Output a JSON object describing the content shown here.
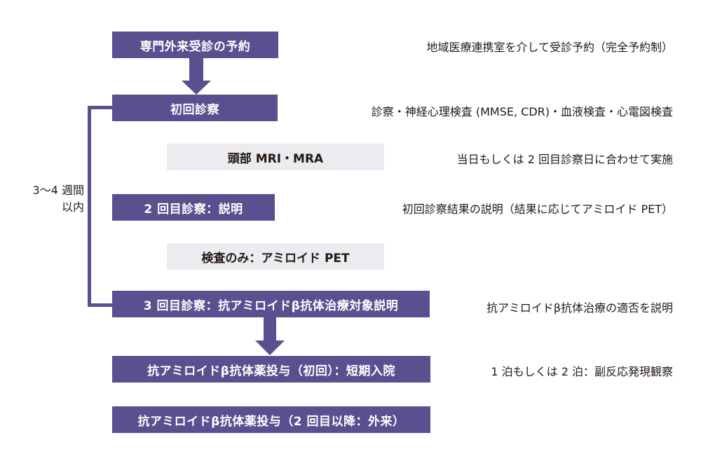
{
  "steps": [
    {
      "label": "専門外来受診の予約",
      "note": "地域医療連携室を介して受診予約（完全予約制）"
    },
    {
      "label": "初回診察",
      "note": "診察・神経心理検査 (MMSE, CDR)・血液検査・心電図検査"
    },
    {
      "label": "頭部 MRI・MRA",
      "note": "当日もしくは 2 回目診察日に合わせて実施"
    },
    {
      "label": "2 回目診察：説明",
      "note": "初回診察結果の説明（結果に応じてアミロイド PET）"
    },
    {
      "label": "検査のみ：アミロイド PET"
    },
    {
      "label": "3 回目診察：抗アミロイドβ抗体治療対象説明",
      "note": "抗アミロイドβ抗体治療の適否を説明"
    },
    {
      "label": "抗アミロイドβ抗体薬投与（初回）：短期入院",
      "note": "1 泊もしくは 2 泊：副反応発現観察"
    },
    {
      "label": "抗アミロイドβ抗体薬投与（2 回目以降：外来）"
    }
  ],
  "bracket": {
    "line1": "3～4 週間",
    "line2": "以内"
  },
  "colors": {
    "primary": "#5b4f8f",
    "secondary": "#ebebf0"
  }
}
